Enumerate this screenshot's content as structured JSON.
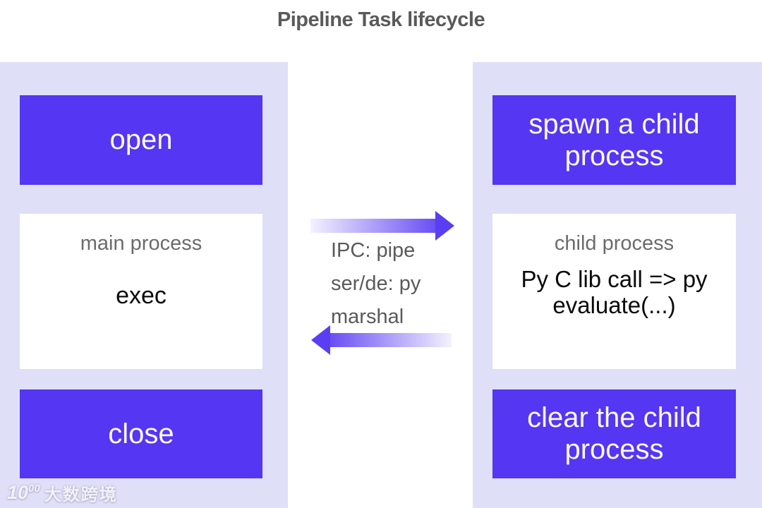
{
  "title": "Pipeline Task lifecycle",
  "colors": {
    "accent_purple": "#5436F3",
    "panel_lavender": "#E0DFF8",
    "arrow_deep": "#5A3EF3",
    "arrow_light": "#F3F2FE",
    "title_gray": "#5A5A5A",
    "label_gray": "#6B6B6B",
    "body_black": "#0A0A0A",
    "card_white": "#FFFFFF"
  },
  "left_panel": {
    "top_action": "open",
    "process_card": {
      "header": "main process",
      "body": "exec"
    },
    "bottom_action": "close"
  },
  "ipc": {
    "lines": [
      "IPC: pipe",
      "ser/de: py",
      "marshal"
    ]
  },
  "right_panel": {
    "top_action": "spawn a child process",
    "process_card": {
      "header": "child process",
      "body": "Py C lib call => py evaluate(...)"
    },
    "bottom_action": "clear the child process"
  },
  "watermark": {
    "logo_base": "10",
    "logo_sup": "00",
    "text": "大数跨境"
  }
}
